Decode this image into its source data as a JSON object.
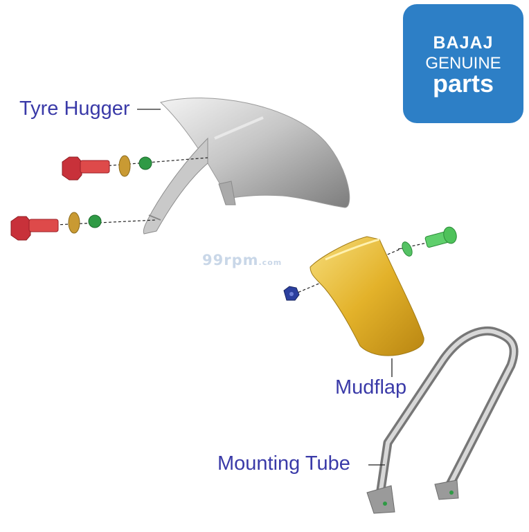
{
  "logo": {
    "line1": "BAJAJ",
    "line2": "GENUINE",
    "line3": "parts",
    "background": "#2d7fc6"
  },
  "watermark": {
    "main": "99rpm",
    "suffix": ".com"
  },
  "labels": {
    "tyre_hugger": "Tyre Hugger",
    "mudflap": "Mudflap",
    "mounting_tube": "Mounting Tube"
  },
  "colors": {
    "label_text": "#3a3aa8",
    "bolt": "#d23a3a",
    "washer": "#c9a23a",
    "nut": "#2f9a45",
    "mudflap": "#e0b42c",
    "hugger": "#b8b8b8",
    "tube": "#8a8a8a",
    "blue_nut": "#2b3f9e",
    "green_bolt": "#4ec25a"
  }
}
